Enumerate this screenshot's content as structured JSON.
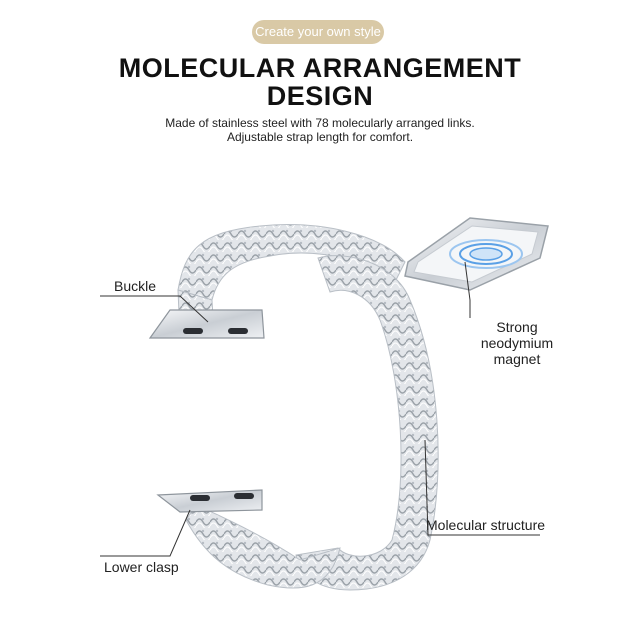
{
  "badge": "Create your own style",
  "headline": {
    "line1": "MOLECULAR ARRANGEMENT",
    "line2": "DESIGN"
  },
  "description": {
    "line1": "Made of stainless steel with 78 molecularly arranged links.",
    "line2": "Adjustable strap length for comfort."
  },
  "callouts": {
    "buckle": "Buckle",
    "magnet_line1": "Strong neodymium",
    "magnet_line2": "magnet",
    "molecular": "Molecular structure",
    "lower_clasp": "Lower clasp"
  },
  "colors": {
    "badge": "#d9c9a6",
    "metal_light": "#eef0f3",
    "metal_dark": "#9aa1a8",
    "magnet_blue": "#5aa0e6"
  }
}
